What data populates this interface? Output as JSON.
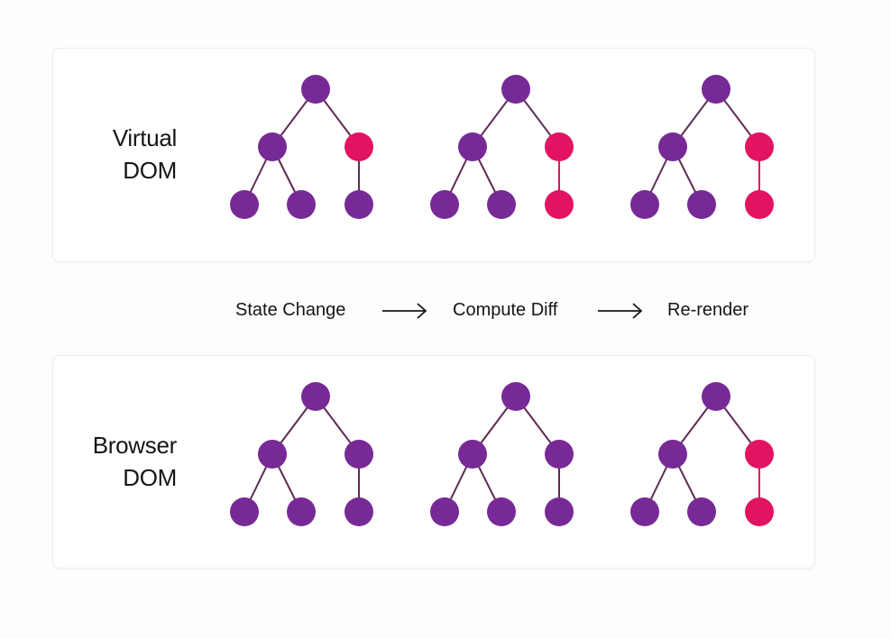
{
  "colors": {
    "normal_node": "#772a96",
    "changed_node": "#e21360",
    "edge": "#5f2b54"
  },
  "virtual_dom": {
    "label_line1": "Virtual",
    "label_line2": "DOM",
    "trees": [
      {
        "changed_nodes": [
          "right-child"
        ]
      },
      {
        "changed_nodes": [
          "right-child",
          "right-leaf"
        ]
      },
      {
        "changed_nodes": [
          "right-child",
          "right-leaf"
        ]
      }
    ]
  },
  "browser_dom": {
    "label_line1": "Browser",
    "label_line2": "DOM",
    "trees": [
      {
        "changed_nodes": []
      },
      {
        "changed_nodes": []
      },
      {
        "changed_nodes": [
          "right-child",
          "right-leaf"
        ]
      }
    ]
  },
  "flow": {
    "step1": "State Change",
    "step2": "Compute Diff",
    "step3": "Re-render",
    "arrow_icon": "right-arrow-icon"
  }
}
